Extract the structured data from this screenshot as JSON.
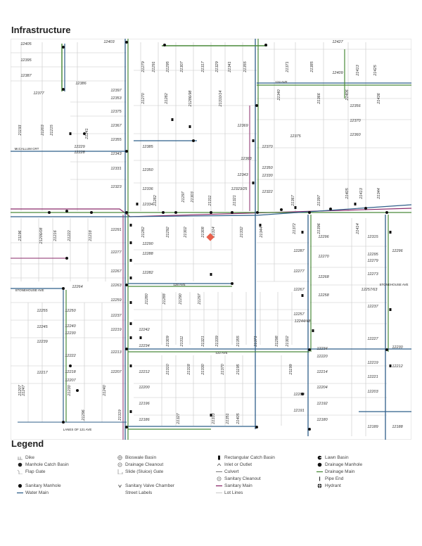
{
  "title": "Infrastructure",
  "legend_title": "Legend",
  "legend": [
    {
      "label": "Dike",
      "icon": "dike-icon"
    },
    {
      "label": "Bioswale Basin",
      "icon": "bioswale-basin-icon"
    },
    {
      "label": "Rectangular Catch Basin",
      "icon": "rectangular-catch-basin-icon"
    },
    {
      "label": "Lawn Basin",
      "icon": "lawn-basin-icon"
    },
    {
      "label": "Manhole Catch Basin",
      "icon": "manhole-catch-basin-icon"
    },
    {
      "label": "Drainage Cleanout",
      "icon": "drainage-cleanout-icon"
    },
    {
      "label": "Inlet or Outlet",
      "icon": "inlet-outlet-icon"
    },
    {
      "label": "Drainage Manhole",
      "icon": "drainage-manhole-icon"
    },
    {
      "label": "Flap Gate",
      "icon": "flap-gate-icon"
    },
    {
      "label": "Slide (Sluice) Gate",
      "icon": "slide-gate-icon"
    },
    {
      "label": "Culvert",
      "icon": "culvert-icon"
    },
    {
      "label": "Drainage Main",
      "icon": "drainage-main-icon"
    },
    {
      "label": "Sanitary Cleanout",
      "icon": "sanitary-cleanout-icon"
    },
    {
      "label": "Pipe End",
      "icon": "pipe-end-icon"
    },
    {
      "label": "Sanitary Manhole",
      "icon": "sanitary-manhole-icon"
    },
    {
      "label": "Sanitary Valve Chamber",
      "icon": "sanitary-valve-chamber-icon"
    },
    {
      "label": "Sanitary Main",
      "icon": "sanitary-main-icon"
    },
    {
      "label": "Hydrant",
      "icon": "hydrant-icon"
    },
    {
      "label": "Water Main",
      "icon": "water-main-icon"
    },
    {
      "label": "Street Labels",
      "icon": ""
    },
    {
      "label": "Lot Lines",
      "icon": "lot-lines-icon"
    }
  ],
  "colors": {
    "water_main": "#2f5f8a",
    "drainage_main": "#4a8a3a",
    "sanitary_main": "#8a2a6a",
    "lot_lines": "#c8c8c8",
    "subject_marker": "#e8604c"
  },
  "street_labels": [
    "McCALLUM CRT",
    "STONEHOUSE AVE",
    "128 AVE",
    "122 AVE",
    "124 AVE",
    "LANES OF 121 AVE",
    "STONEHOUSE AVE"
  ],
  "address_labels": [
    "12403",
    "12405",
    "12395",
    "12387",
    "12386",
    "12377",
    "12397",
    "12353",
    "12375",
    "12367",
    "12355",
    "12343",
    "12331",
    "12323",
    "12385",
    "12350",
    "12336",
    "12334",
    "12369",
    "12370",
    "12363",
    "12350",
    "12343",
    "12330",
    "12323/25",
    "12322",
    "12427",
    "12409",
    "12356",
    "12370",
    "12360",
    "12375",
    "12291",
    "12277",
    "12267",
    "12263",
    "12259",
    "12237",
    "12219",
    "12213",
    "12207",
    "12200",
    "12196",
    "12186",
    "12290",
    "12288",
    "12282",
    "12242",
    "12234",
    "12212",
    "12287",
    "12277",
    "12267",
    "12257",
    "12244/48",
    "12234",
    "12220",
    "12214",
    "12204",
    "12200",
    "12192",
    "12191",
    "12180",
    "12296",
    "12270",
    "12268",
    "12258",
    "12315",
    "12295",
    "12279",
    "12273",
    "12257/63",
    "12237",
    "12227",
    "12219",
    "12221",
    "12203",
    "12189",
    "12296",
    "12230",
    "12212",
    "12188",
    "12255",
    "12245",
    "12239",
    "12222",
    "12217",
    "12250",
    "12240",
    "12230",
    "12218",
    "12207",
    "12264",
    "12229",
    "12228"
  ],
  "vertical_labels": [
    "21279",
    "21291",
    "21295",
    "21307",
    "21317",
    "21329",
    "21341",
    "21355",
    "21371",
    "21385",
    "21413",
    "21425",
    "21270",
    "21282",
    "21286/98",
    "21310/14",
    "21340",
    "21366",
    "21406",
    "21436",
    "21193",
    "21203",
    "21215",
    "21241",
    "21282",
    "21297",
    "21303",
    "21311",
    "21321",
    "21344",
    "21367",
    "21397",
    "21405",
    "21413",
    "21196",
    "21206/08",
    "21216",
    "21222",
    "21218",
    "21282",
    "21292",
    "21302",
    "21308",
    "21314",
    "21332",
    "21344",
    "21372",
    "21396",
    "21414",
    "21280",
    "21288",
    "21290",
    "21297",
    "21309",
    "21311",
    "21321",
    "21339",
    "21355",
    "21371",
    "21298",
    "21302",
    "21310",
    "21318",
    "21330",
    "21370",
    "21195",
    "21199",
    "21207",
    "21247",
    "21230",
    "21240",
    "21296",
    "21319",
    "21327",
    "21333",
    "21351",
    "21405"
  ]
}
